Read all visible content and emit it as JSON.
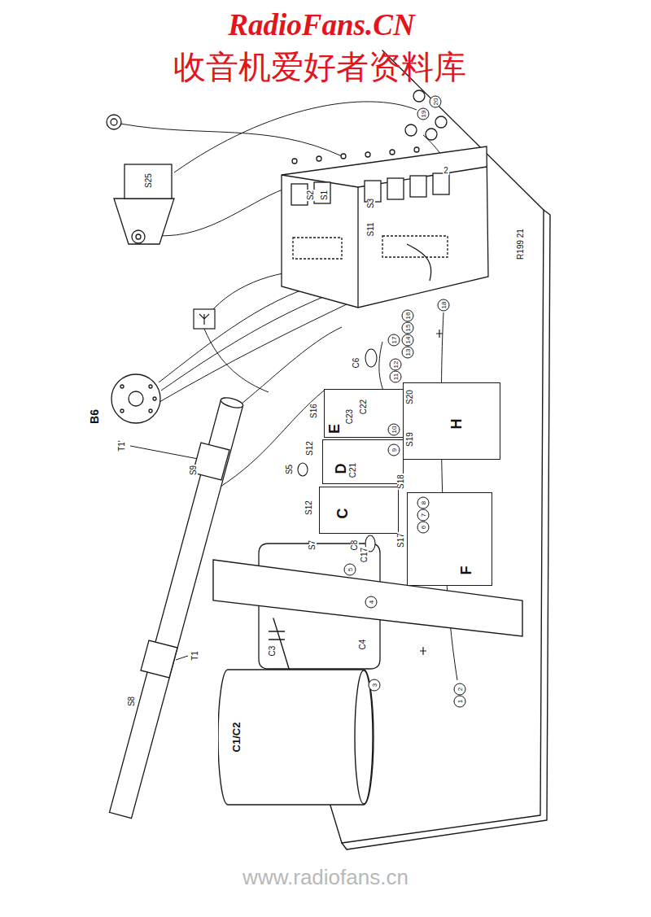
{
  "diagram": {
    "nodes": [
      {
        "text": [
          "E"
        ]
      },
      {
        "text": [
          "H"
        ]
      },
      {
        "text": [
          "D"
        ]
      },
      {
        "text": [
          "C"
        ]
      },
      {
        "text": [
          "F"
        ]
      },
      {
        "text": [
          "C1/C2"
        ]
      }
    ],
    "labels": [
      "RadioFans.CN",
      "收音机爱好者资料库",
      "www.radiofans.cn",
      "S25",
      "B6",
      "T1'",
      "S9",
      "T1",
      "S8",
      "C3",
      "C4",
      "S5",
      "S12",
      "S16",
      "C6",
      "C22",
      "C23",
      "C21",
      "S12",
      "S7",
      "C8",
      "C17",
      "S17",
      "S18",
      "S19",
      "S20",
      "S2",
      "S1",
      "S3",
      "S11",
      "R199 21",
      "2",
      "1",
      "2",
      "3",
      "4",
      "5",
      "6",
      "7",
      "8",
      "9",
      "10",
      "11",
      "12",
      "13",
      "14",
      "15",
      "16",
      "17",
      "18",
      "19",
      "20"
    ]
  }
}
